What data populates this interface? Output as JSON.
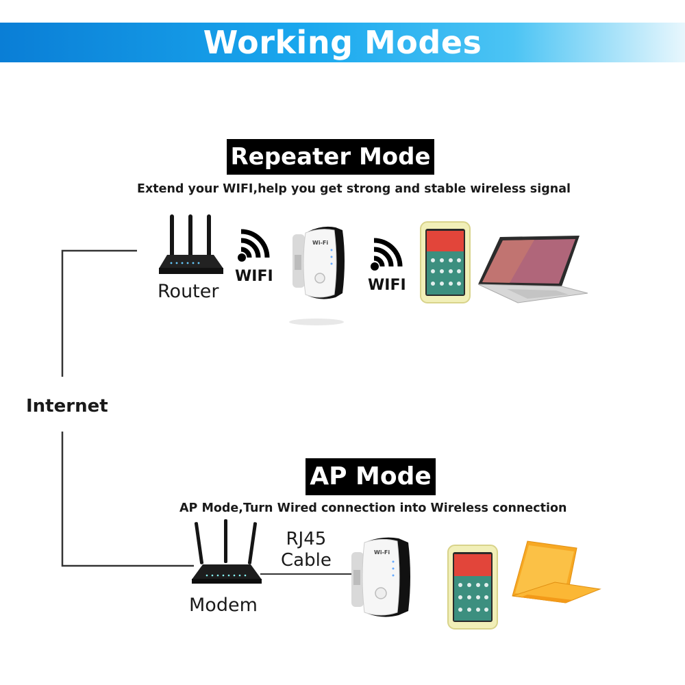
{
  "banner": {
    "title": "Working Modes",
    "color": "#1aa8ee"
  },
  "repeater": {
    "title": "Repeater Mode",
    "subtitle": "Extend your WIFI,help you get strong and stable wireless signal",
    "router_label": "Router",
    "wifi_label_1": "WIFI",
    "wifi_label_2": "WIFI"
  },
  "internet_label": "Internet",
  "ap": {
    "title": "AP Mode",
    "subtitle": "AP Mode,Turn Wired connection into Wireless connection",
    "modem_label": "Modem",
    "cable_line1": "RJ45",
    "cable_line2": "Cable"
  },
  "icons": [
    "router-icon",
    "wifi-signal-icon",
    "repeater-device-icon",
    "smartphone-icon",
    "laptop-icon",
    "modem-icon"
  ]
}
